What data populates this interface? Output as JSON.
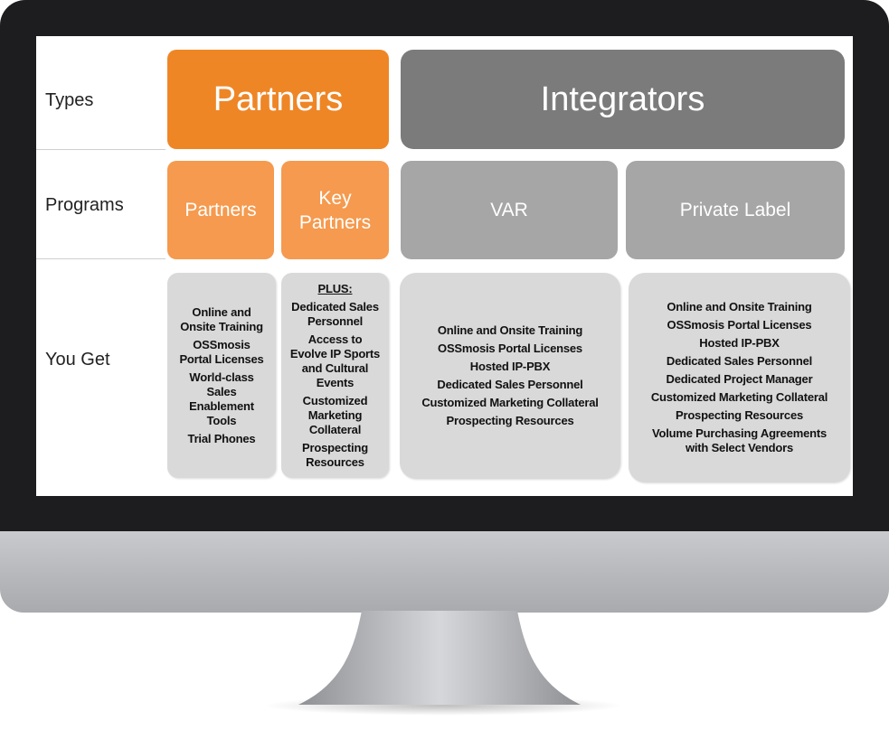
{
  "rows": {
    "types": "Types",
    "programs": "Programs",
    "you_get": "You Get"
  },
  "types": {
    "partners": "Partners",
    "integrators": "Integrators"
  },
  "programs": {
    "partners": "Partners",
    "key_partners": "Key\nPartners",
    "var": "VAR",
    "private_label": "Private Label"
  },
  "benefits": {
    "partners": [
      "Online and\nOnsite Training",
      "OSSmosis\nPortal Licenses",
      "World-class\nSales\nEnablement\nTools",
      "Trial Phones"
    ],
    "key_partners": {
      "header": "PLUS:",
      "items": [
        "Dedicated Sales\nPersonnel",
        "Access to\nEvolve IP Sports\nand Cultural\nEvents",
        "Customized\nMarketing\nCollateral",
        "Prospecting\nResources"
      ]
    },
    "var": [
      "Online and Onsite Training",
      "OSSmosis Portal Licenses",
      "Hosted IP-PBX",
      "Dedicated Sales Personnel",
      "Customized Marketing Collateral",
      "Prospecting Resources"
    ],
    "private_label": [
      "Online and Onsite Training",
      "OSSmosis Portal Licenses",
      "Hosted IP-PBX",
      "Dedicated Sales Personnel",
      "Dedicated Project Manager",
      "Customized Marketing Collateral",
      "Prospecting Resources",
      "Volume Purchasing  Agreements\nwith Select Vendors"
    ]
  },
  "colors": {
    "orange_dark": "#ee8626",
    "orange_light": "#f59a4e",
    "gray_dark": "#7b7b7b",
    "gray_mid": "#a6a6a6",
    "gray_light": "#d9d9d9"
  },
  "icons": [
    "monitor-frame",
    "monitor-stand"
  ]
}
